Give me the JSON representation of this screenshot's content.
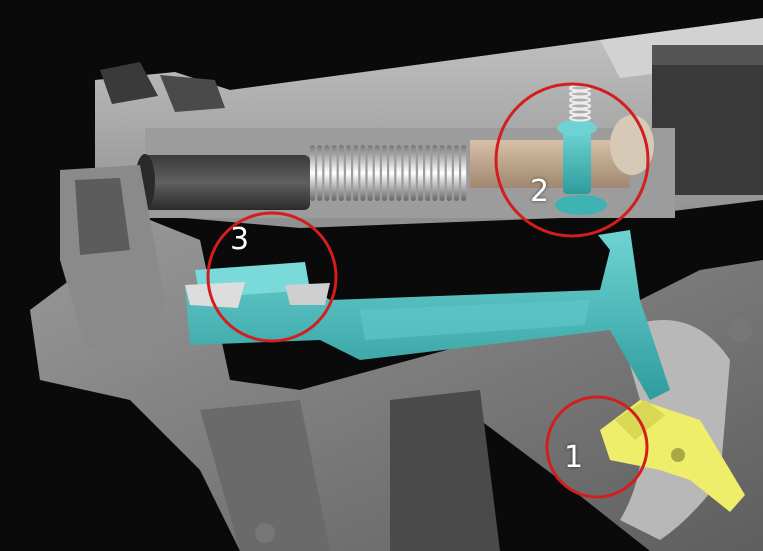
{
  "callouts": [
    {
      "label": "1",
      "part": "trigger-sear"
    },
    {
      "label": "2",
      "part": "firing-pin-safety-plunger"
    },
    {
      "label": "3",
      "part": "disconnector"
    }
  ],
  "colors": {
    "background": "#0a0a0a",
    "frame": "#8e8e8e",
    "slide": "#b0b0b0",
    "trigger_bar": "#3fb3b3",
    "trigger": "#eeee6a",
    "callout_ring": "#d21e1e",
    "label": "#ffffff"
  }
}
